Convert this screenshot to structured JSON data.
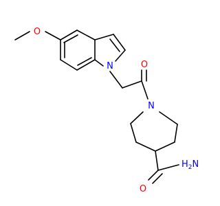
{
  "molecule": {
    "atoms": {
      "methoxy_oxygen": "O",
      "indole_nitrogen": "N",
      "carbonyl_oxygen": "O",
      "piperidine_nitrogen": "N",
      "amide_oxygen": "O",
      "amide_nitrogen_h": "H",
      "amide_nitrogen_n": "N",
      "amide_nitrogen_sub": "2"
    },
    "colors": {
      "bond": "#000000",
      "oxygen": "#ff0000",
      "nitrogen": "#0000ff",
      "background": "#ffffff"
    }
  }
}
